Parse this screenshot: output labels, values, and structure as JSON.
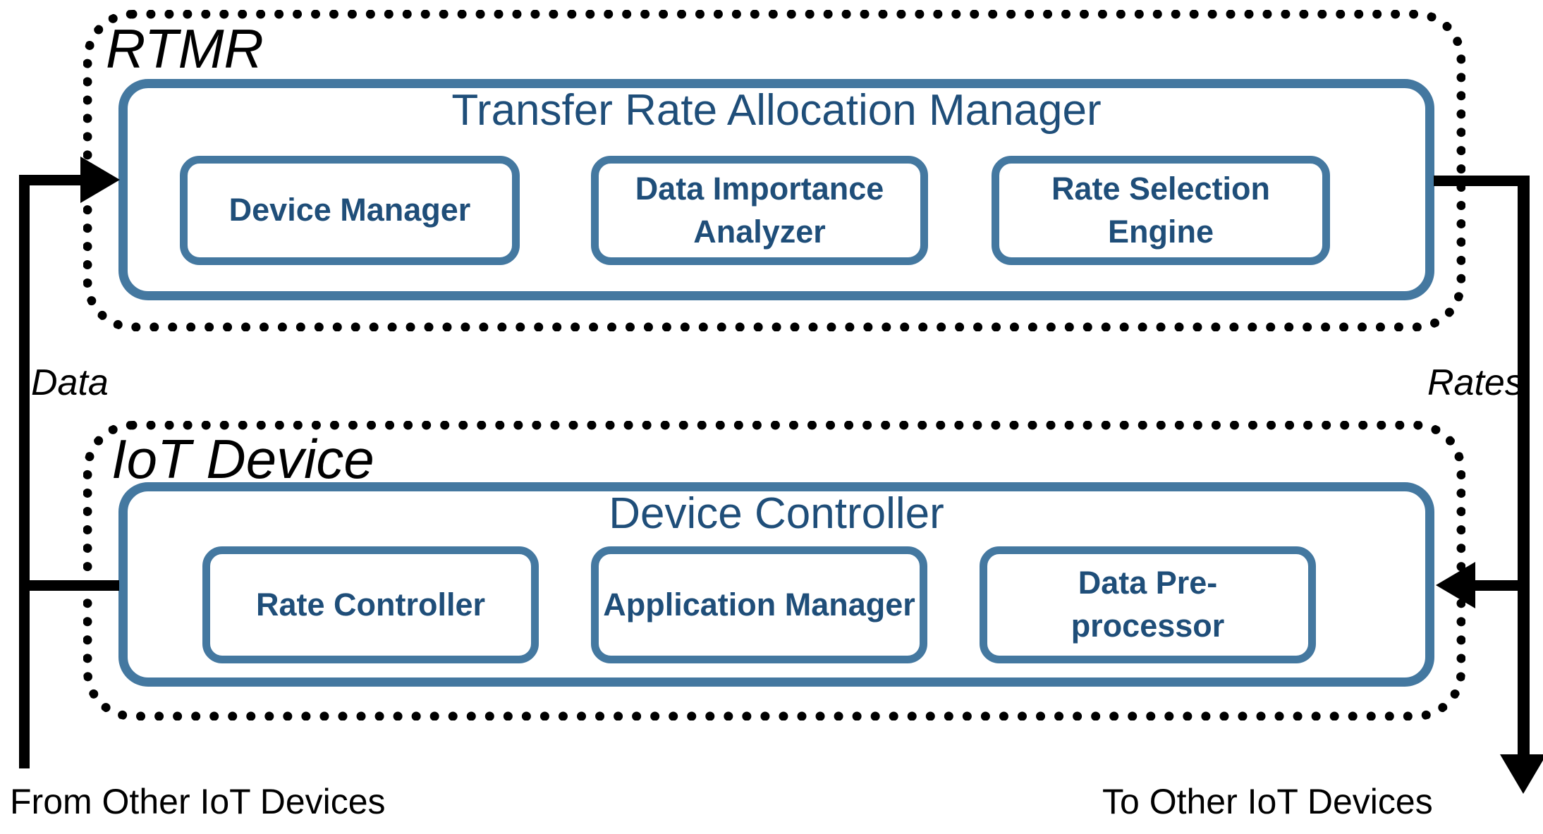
{
  "diagram": {
    "rtmr": {
      "label": "RTMR",
      "tram": {
        "title": "Transfer Rate Allocation Manager",
        "modules": [
          {
            "label": "Device Manager"
          },
          {
            "label": "Data Importance Analyzer"
          },
          {
            "label": "Rate Selection Engine"
          }
        ]
      }
    },
    "iot": {
      "label": "IoT Device",
      "controller": {
        "title": "Device Controller",
        "modules": [
          {
            "label": "Rate Controller"
          },
          {
            "label": "Application Manager"
          },
          {
            "label": "Data Pre-processor"
          }
        ]
      }
    },
    "edges": {
      "data": "Data",
      "rates": "Rates",
      "from": "From Other IoT Devices",
      "to": "To Other IoT Devices"
    },
    "colors": {
      "box_border": "#4478A0",
      "box_text": "#1F4E79",
      "line": "#000000",
      "background": "#FFFFFF"
    }
  }
}
